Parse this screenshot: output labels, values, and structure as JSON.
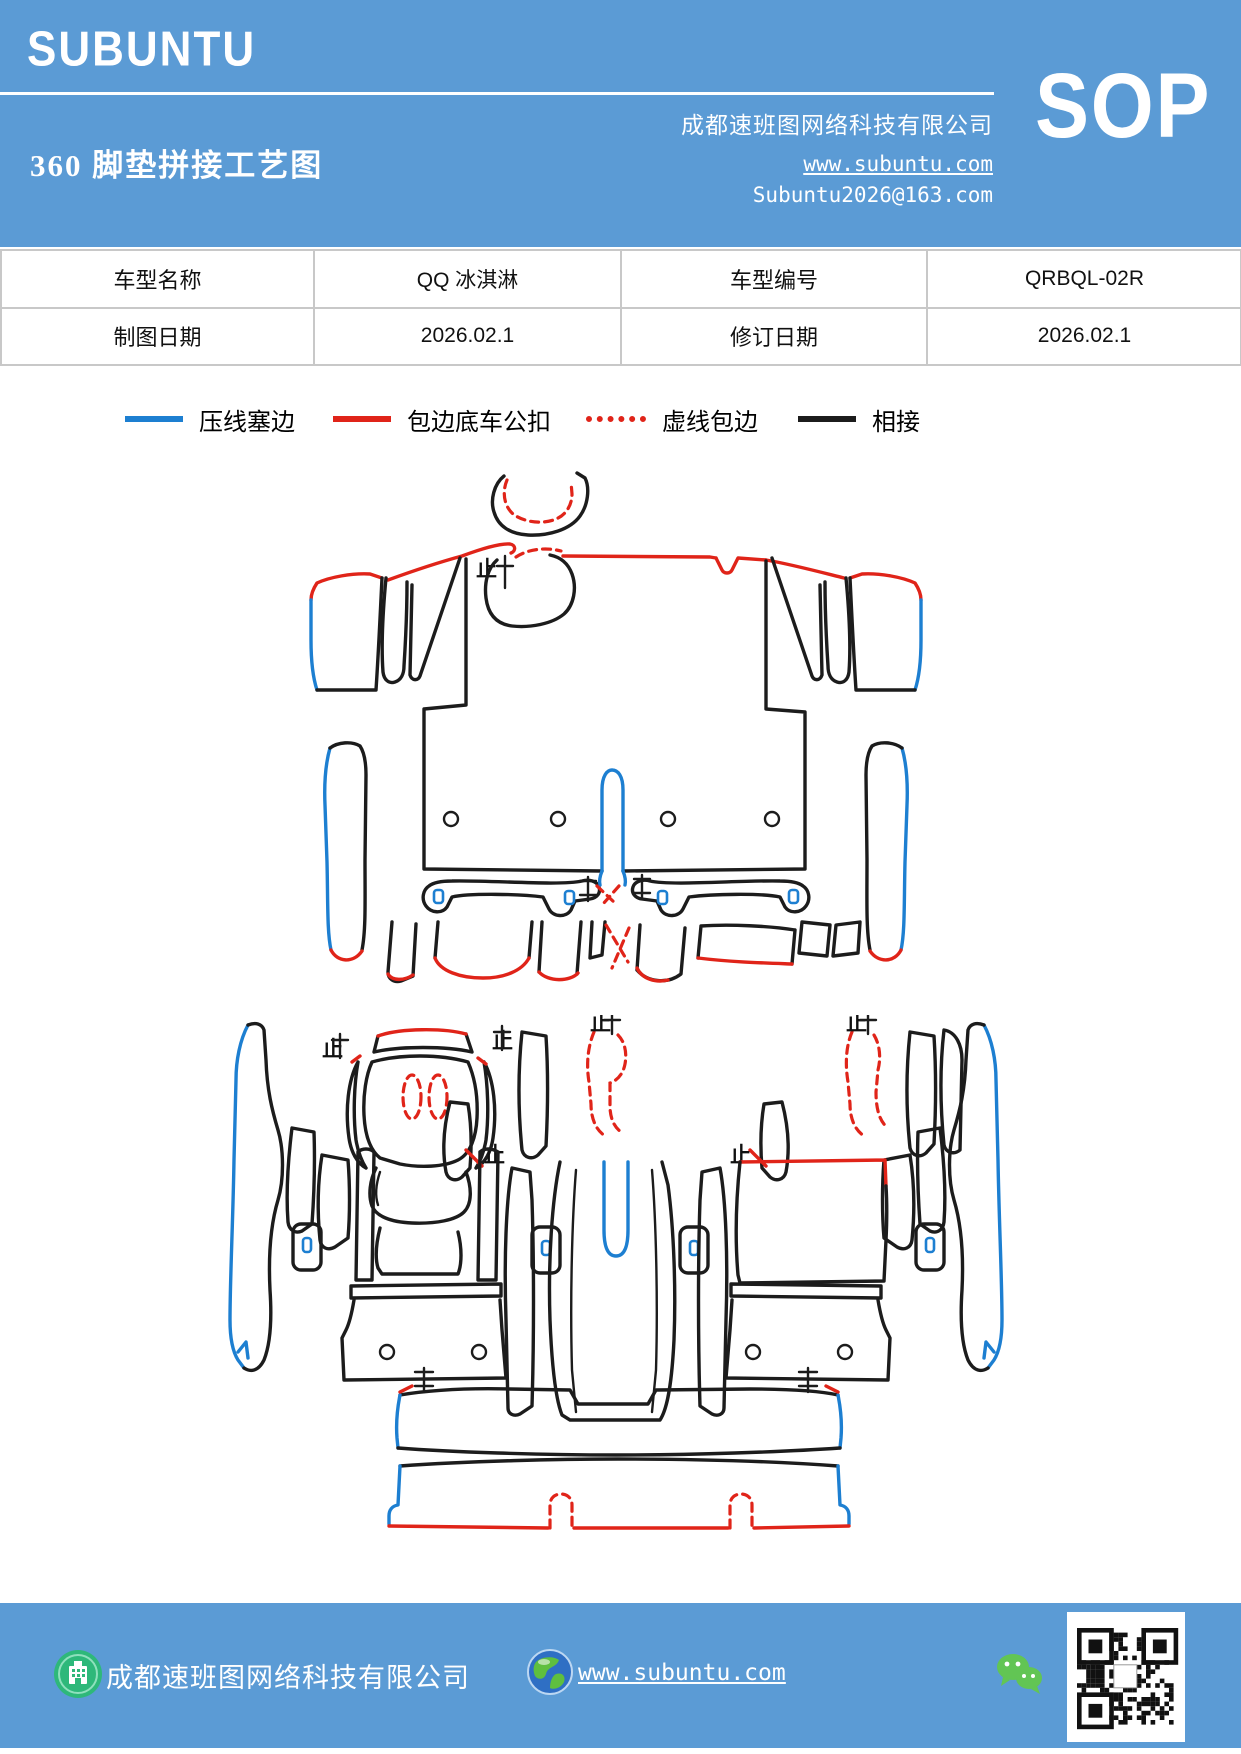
{
  "header": {
    "logo": "SUBUNTU",
    "company": "成都速班图网络科技有限公司",
    "sop_badge": "SOP",
    "title": "360 脚垫拼接工艺图",
    "website": "www.subuntu.com",
    "email": "Subuntu2026@163.com"
  },
  "info_table": {
    "rows": [
      {
        "cells": [
          "车型名称",
          "QQ 冰淇淋",
          "车型编号",
          "QRBQL-02R"
        ]
      },
      {
        "cells": [
          "制图日期",
          "2026.02.1",
          "修订日期",
          "2026.02.1"
        ]
      }
    ]
  },
  "legend": {
    "items": [
      {
        "label": "压线塞边",
        "color": "#1d7fd1",
        "style": "solid"
      },
      {
        "label": "包边底车公扣",
        "color": "#e02419",
        "style": "solid"
      },
      {
        "label": "虚线包边",
        "color": "#e02419",
        "style": "dashed"
      },
      {
        "label": "相接",
        "color": "#1c1c1c",
        "style": "solid"
      }
    ]
  },
  "diagrams": {
    "stop_mark": "止",
    "front_mats": {
      "description": "front floor-mat stitching layout"
    },
    "rear_mats": {
      "description": "rear floor-mat stitching layout"
    }
  },
  "footer": {
    "company": "成都速班图网络科技有限公司",
    "website": "www.subuntu.com"
  },
  "colors": {
    "brand_blue": "#5b9bd5",
    "line_blue": "#1d7fd1",
    "line_red": "#e02419",
    "line_black": "#1c1c1c",
    "table_border": "#c8c8c8",
    "wechat_green": "#62c554",
    "footer_icon_green": "#2eb87a"
  }
}
